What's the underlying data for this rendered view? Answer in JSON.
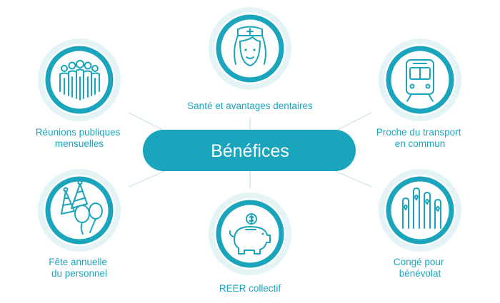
{
  "center": {
    "label": "Bénéfices"
  },
  "benefits": [
    {
      "id": "health",
      "lines": [
        "Santé et avantages dentaires"
      ],
      "icon": "nurse-icon"
    },
    {
      "id": "meetings",
      "lines": [
        "Réunions publiques",
        "mensuelles"
      ],
      "icon": "group-people-icon"
    },
    {
      "id": "transit",
      "lines": [
        "Proche du transport",
        "en commun"
      ],
      "icon": "train-icon"
    },
    {
      "id": "party",
      "lines": [
        "Fête annuelle",
        "du personnel"
      ],
      "icon": "party-hat-balloons-icon"
    },
    {
      "id": "rrsp",
      "lines": [
        "REER collectif"
      ],
      "icon": "piggy-bank-icon"
    },
    {
      "id": "volunteer",
      "lines": [
        "Congé pour",
        "bénévolat"
      ],
      "icon": "raised-hands-hearts-icon"
    }
  ],
  "colors": {
    "accent": "#1aa5bd",
    "ring_light": "#e4f3f6",
    "connector": "#cfe7ee"
  }
}
